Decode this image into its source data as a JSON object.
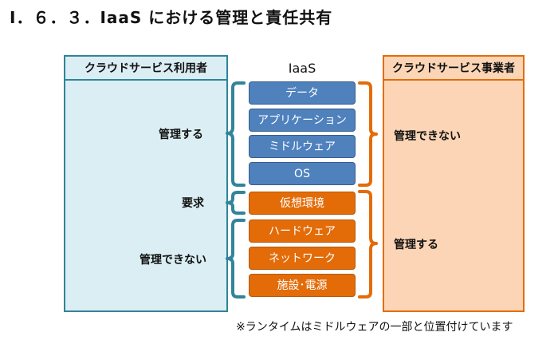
{
  "title": "Ⅰ．６．３．IaaS における管理と責任共有",
  "user_panel": {
    "title": "クラウドサービス利用者"
  },
  "provider_panel": {
    "title": "クラウドサービス事業者"
  },
  "stack": {
    "label": "IaaS",
    "layers": [
      "データ",
      "アプリケーション",
      "ミドルウェア",
      "OS",
      "仮想環境",
      "ハードウェア",
      "ネットワーク",
      "施設･電源"
    ]
  },
  "user_groups": [
    "管理する",
    "要求",
    "管理できない"
  ],
  "provider_groups": [
    "管理できない",
    "管理する"
  ],
  "colors": {
    "user": "#31849b",
    "provider": "#e36c09",
    "layer_blue": "#4f81bd",
    "layer_orange": "#e36c09"
  },
  "footnote": "※ランタイムはミドルウェアの一部と位置付けています"
}
